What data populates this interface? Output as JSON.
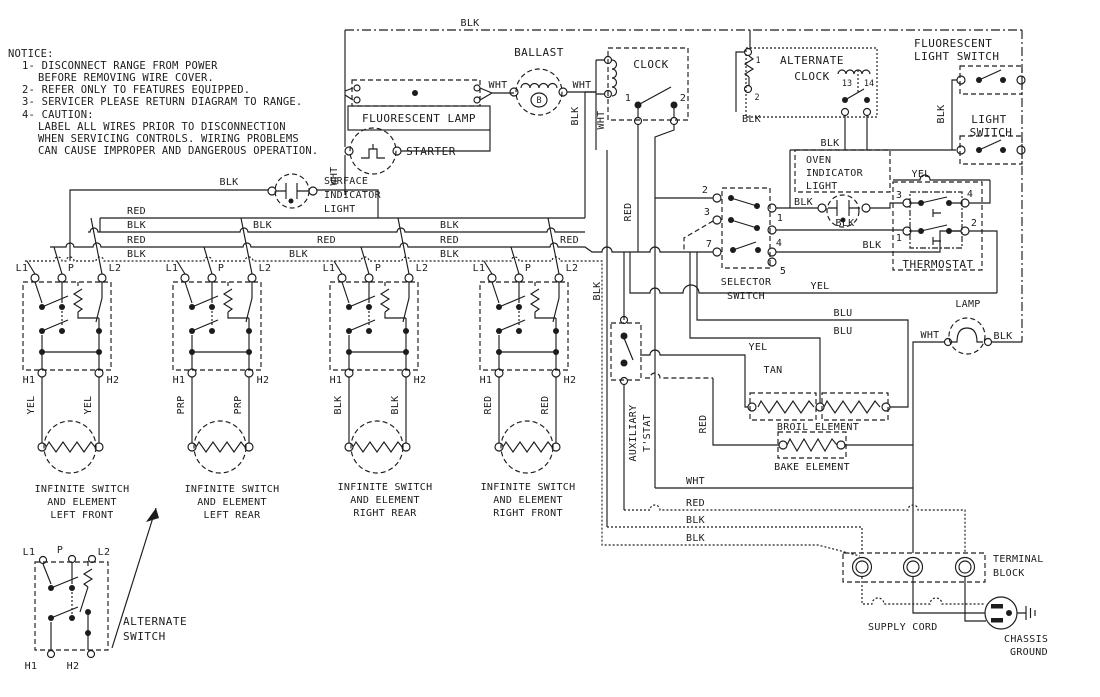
{
  "notice": {
    "lines": [
      "NOTICE:",
      "1- DISCONNECT RANGE FROM POWER",
      "BEFORE REMOVING WIRE COVER.",
      "2- REFER ONLY TO FEATURES EQUIPPED.",
      "3- SERVICER PLEASE RETURN DIAGRAM TO RANGE.",
      "4-  CAUTION:",
      "LABEL ALL WIRES PRIOR TO DISCONNECTION",
      "WHEN SERVICING CONTROLS. WIRING PROBLEMS",
      "CAN CAUSE IMPROPER AND DANGEROUS OPERATION."
    ]
  },
  "components": {
    "fluorescent_lamp": "FLUORESCENT LAMP",
    "starter": "STARTER",
    "ballast": "BALLAST",
    "ballast_symbol": "B",
    "clock": "CLOCK",
    "alternate_clock": [
      "ALTERNATE",
      "CLOCK"
    ],
    "fluorescent_light_switch": [
      "FLUORESCENT",
      "LIGHT SWITCH"
    ],
    "light_switch": [
      "LIGHT",
      "SWITCH"
    ],
    "surface_indicator_light": [
      "SURFACE",
      "INDICATOR",
      "LIGHT"
    ],
    "oven_indicator_light": [
      "OVEN",
      "INDICATOR",
      "LIGHT"
    ],
    "selector_switch": [
      "SELECTOR",
      "SWITCH"
    ],
    "thermostat": "THERMOSTAT",
    "auxiliary_tstat": [
      "AUXILIARY",
      "T'STAT"
    ],
    "lamp": "LAMP",
    "broil_element": "BROIL ELEMENT",
    "bake_element": "BAKE ELEMENT",
    "terminal_block": [
      "TERMINAL",
      "BLOCK"
    ],
    "supply_cord": "SUPPLY CORD",
    "chassis_ground": [
      "CHASSIS",
      "GROUND"
    ],
    "alternate_switch": [
      "ALTERNATE",
      "SWITCH"
    ],
    "infinite_left_front": [
      "INFINITE SWITCH",
      "AND ELEMENT",
      "LEFT FRONT"
    ],
    "infinite_left_rear": [
      "INFINITE SWITCH",
      "AND ELEMENT",
      "LEFT REAR"
    ],
    "infinite_right_rear": [
      "INFINITE SWITCH",
      "AND ELEMENT",
      "RIGHT REAR"
    ],
    "infinite_right_front": [
      "INFINITE SWITCH",
      "AND ELEMENT",
      "RIGHT FRONT"
    ]
  },
  "terminals": {
    "l1": "L1",
    "p": "P",
    "l2": "L2",
    "h1": "H1",
    "h2": "H2",
    "n1": "1",
    "n2": "2",
    "n3": "3",
    "n4": "4",
    "n5": "5",
    "n7": "7",
    "n13": "13",
    "n14": "14"
  },
  "wires": {
    "blk": "BLK",
    "wht": "WHT",
    "red": "RED",
    "yel": "YEL",
    "blu": "BLU",
    "tan": "TAN",
    "prp": "PRP"
  },
  "colors": {
    "ink": "#1c1c1c",
    "background": "#ffffff"
  }
}
